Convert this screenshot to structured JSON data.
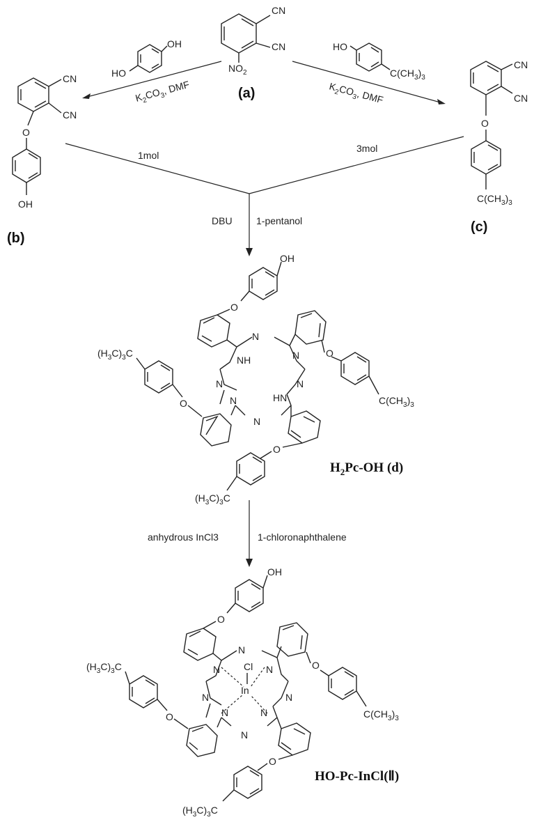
{
  "compounds": {
    "a": {
      "label": "(a)",
      "substituents": [
        "CN",
        "CN",
        "NO2"
      ]
    },
    "b": {
      "label": "(b)",
      "substituents": [
        "CN",
        "CN",
        "O",
        "OH"
      ]
    },
    "c": {
      "label": "(c)",
      "substituents": [
        "CN",
        "CN",
        "O",
        "C(CH3)3"
      ]
    },
    "d": {
      "label": "H2Pc-OH (d)"
    },
    "e": {
      "label": "HO-Pc-InCl(Ⅱ)"
    }
  },
  "reagents": {
    "hydroquinone": {
      "oh_right": "OH",
      "oh_left": "HO"
    },
    "tbutylphenol": {
      "ho": "HO",
      "tbu": "C(CH3)3"
    },
    "left_conditions": "K2CO3, DMF",
    "right_conditions": "K2CO3, DMF",
    "left_ratio": "1mol",
    "right_ratio": "3mol",
    "step2_left": "DBU",
    "step2_right": "1-pentanol",
    "step3_left": "anhydrous InCl3",
    "step3_right": "1-chloronaphthalene"
  },
  "atoms": {
    "N": "N",
    "NH": "NH",
    "HN": "HN",
    "O": "O",
    "OH": "OH",
    "In": "In",
    "Cl": "Cl",
    "tbu_left": "(H3C)3C",
    "tbu_right": "C(CH3)3"
  }
}
